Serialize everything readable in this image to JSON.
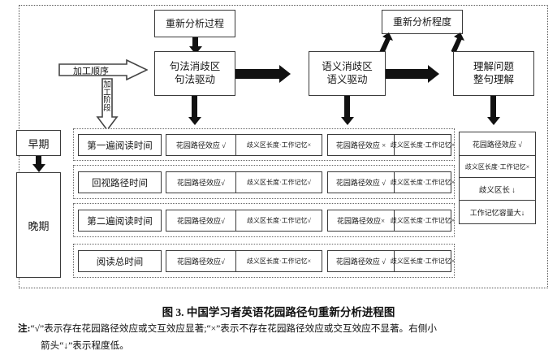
{
  "figure": {
    "caption": "图 3. 中国学习者英语花园路径句重新分析进程图",
    "note_lead": "注:",
    "note_line1": "“√”表示存在花园路径效应或交互效应显著;“×”表示不存在花园路径效应或交互效应不显著。右侧小",
    "note_line2": "箭头“↓”表示程度低。"
  },
  "flow": {
    "reanalysis_process": "重新分析过程",
    "reanalysis_degree": "重新分析程度",
    "stage1_line1": "句法消歧区",
    "stage1_line2": "句法驱动",
    "stage2_line1": "语义消歧区",
    "stage2_line2": "语义驱动",
    "stage3_line1": "理解问题",
    "stage3_line2": "整句理解",
    "order_arrow_label": "加工顺序",
    "phase_arrow_label": "加工阶段"
  },
  "stages": {
    "early": "早期",
    "late": "晚期"
  },
  "rows": [
    {
      "measure": "第一遍阅读时间",
      "syntactic_effect": "花园路径效应 √",
      "syntactic_interaction": "歧义区长度·工作记忆×",
      "semantic_effect": "花园路径效应 ×",
      "semantic_interaction": "歧义区长度·工作记忆×"
    },
    {
      "measure": "回视路径时间",
      "syntactic_effect": "花园路径效应√",
      "syntactic_interaction": "歧义区长度·工作记忆√",
      "semantic_effect": "花园路径效应 √",
      "semantic_interaction": "歧义区长度·工作记忆×"
    },
    {
      "measure": "第二遍阅读时间",
      "syntactic_effect": "花园路径效应√",
      "syntactic_interaction": "歧义区长度·工作记忆√",
      "semantic_effect": "花园路径效应×",
      "semantic_interaction": "歧义区长度·工作记忆×"
    },
    {
      "measure": "阅读总时间",
      "syntactic_effect": "花园路径效应√",
      "syntactic_interaction": "歧义区长度·工作记忆×",
      "semantic_effect": "花园路径效应 √",
      "semantic_interaction": "歧义区长度·工作记忆×"
    }
  ],
  "right_column": {
    "cells": [
      "花园路径效应 √",
      "歧义区长度·工作记忆×",
      "歧义区长 ↓",
      "工作记忆容量大↓"
    ]
  },
  "colors": {
    "arrow": "#111111",
    "box_border": "#3a3a3a",
    "dotted_border": "#666666",
    "background": "#ffffff"
  }
}
